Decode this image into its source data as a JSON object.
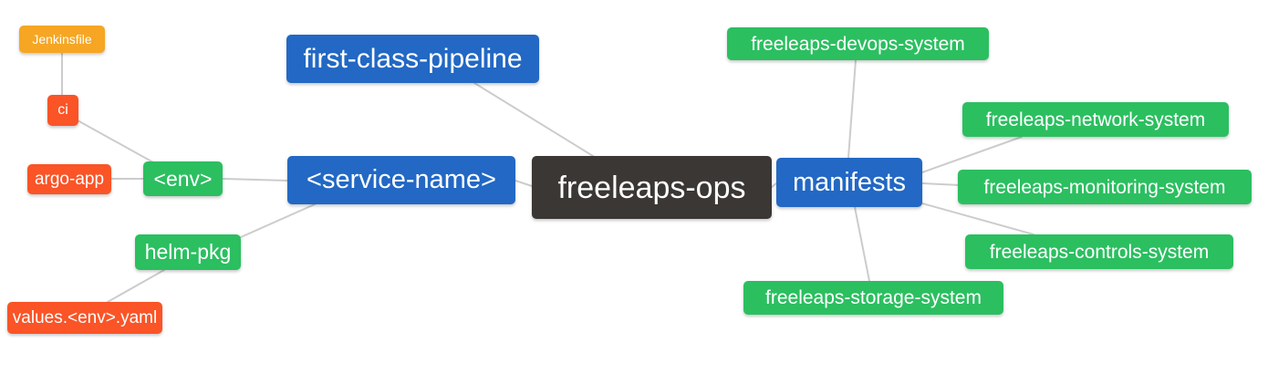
{
  "diagram_title": "freeleaps-ops mindmap",
  "colors": {
    "root_dark": "#3B3735",
    "branch_blue": "#2268C4",
    "leaf_green": "#2BBF60",
    "leaf_red": "#FA5427",
    "leaf_orange": "#F6A623",
    "connector_gray": "#CCCCCC",
    "text_white": "#FFFFFF",
    "background": "#FFFFFF"
  },
  "nodes": {
    "freeleaps_ops": {
      "label": "freeleaps-ops"
    },
    "first_class_pipeline": {
      "label": "first-class-pipeline"
    },
    "service_name": {
      "label": "<service-name>"
    },
    "env": {
      "label": "<env>"
    },
    "ci": {
      "label": "ci"
    },
    "jenkinsfile": {
      "label": "Jenkinsfile"
    },
    "argo_app": {
      "label": "argo-app"
    },
    "helm_pkg": {
      "label": "helm-pkg"
    },
    "values_env_yaml": {
      "label": "values.<env>.yaml"
    },
    "manifests": {
      "label": "manifests"
    },
    "freeleaps_devops_system": {
      "label": "freeleaps-devops-system"
    },
    "freeleaps_network_system": {
      "label": "freeleaps-network-system"
    },
    "freeleaps_monitoring_system": {
      "label": "freeleaps-monitoring-system"
    },
    "freeleaps_controls_system": {
      "label": "freeleaps-controls-system"
    },
    "freeleaps_storage_system": {
      "label": "freeleaps-storage-system"
    }
  },
  "edges": [
    {
      "from": "jenkinsfile",
      "to": "ci"
    },
    {
      "from": "ci",
      "to": "env"
    },
    {
      "from": "argo_app",
      "to": "env"
    },
    {
      "from": "env",
      "to": "service_name"
    },
    {
      "from": "helm_pkg",
      "to": "service_name"
    },
    {
      "from": "values_env_yaml",
      "to": "helm_pkg"
    },
    {
      "from": "first_class_pipeline",
      "to": "freeleaps_ops"
    },
    {
      "from": "service_name",
      "to": "freeleaps_ops"
    },
    {
      "from": "freeleaps_ops",
      "to": "manifests"
    },
    {
      "from": "manifests",
      "to": "freeleaps_devops_system"
    },
    {
      "from": "manifests",
      "to": "freeleaps_network_system"
    },
    {
      "from": "manifests",
      "to": "freeleaps_monitoring_system"
    },
    {
      "from": "manifests",
      "to": "freeleaps_controls_system"
    },
    {
      "from": "manifests",
      "to": "freeleaps_storage_system"
    }
  ]
}
